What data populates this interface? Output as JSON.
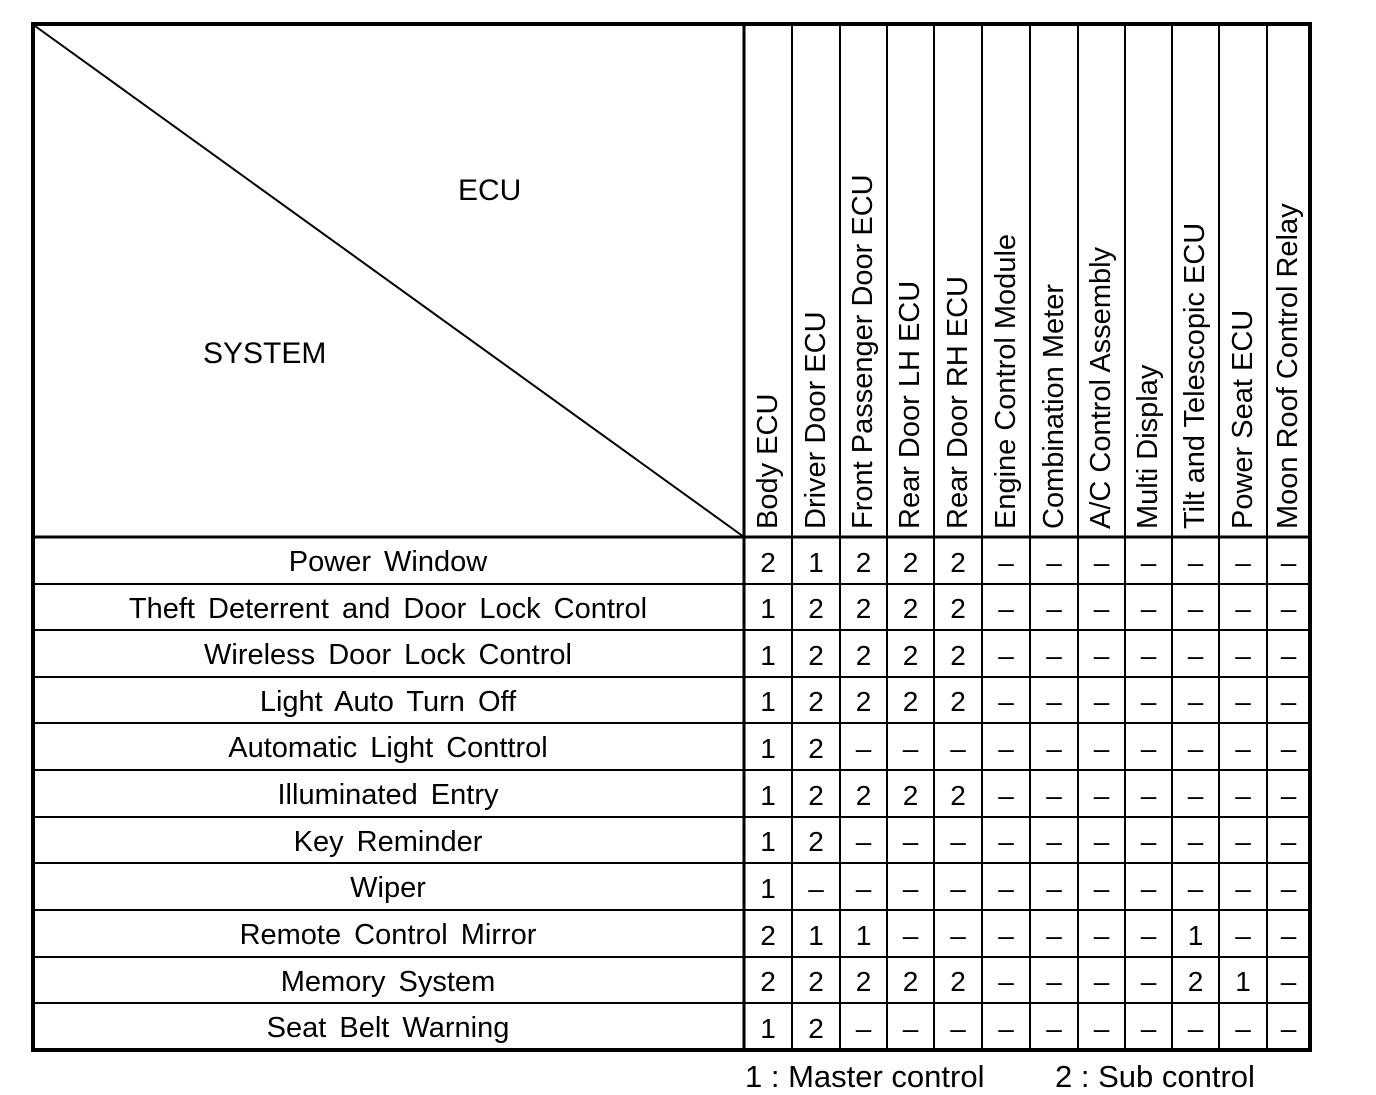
{
  "corner": {
    "top_label": "ECU",
    "bottom_label": "SYSTEM"
  },
  "columns": [
    "Body ECU",
    "Driver Door ECU",
    "Front Passenger Door ECU",
    "Rear Door LH ECU",
    "Rear Door RH ECU",
    "Engine Control Module",
    "Combination Meter",
    "A/C Control Assembly",
    "Multi Display",
    "Tilt and Telescopic ECU",
    "Power Seat ECU",
    "Moon Roof Control Relay"
  ],
  "rows": [
    {
      "system": "Power Window",
      "values": [
        "2",
        "1",
        "2",
        "2",
        "2",
        "–",
        "–",
        "–",
        "–",
        "–",
        "–",
        "–"
      ]
    },
    {
      "system": "Theft Deterrent and  Door Lock Control",
      "values": [
        "1",
        "2",
        "2",
        "2",
        "2",
        "–",
        "–",
        "–",
        "–",
        "–",
        "–",
        "–"
      ]
    },
    {
      "system": "Wireless Door Lock Control",
      "values": [
        "1",
        "2",
        "2",
        "2",
        "2",
        "–",
        "–",
        "–",
        "–",
        "–",
        "–",
        "–"
      ]
    },
    {
      "system": "Light Auto Turn Off",
      "values": [
        "1",
        "2",
        "2",
        "2",
        "2",
        "–",
        "–",
        "–",
        "–",
        "–",
        "–",
        "–"
      ]
    },
    {
      "system": "Automatic Light Conttrol",
      "values": [
        "1",
        "2",
        "–",
        "–",
        "–",
        "–",
        "–",
        "–",
        "–",
        "–",
        "–",
        "–"
      ]
    },
    {
      "system": "Illuminated Entry",
      "values": [
        "1",
        "2",
        "2",
        "2",
        "2",
        "–",
        "–",
        "–",
        "–",
        "–",
        "–",
        "–"
      ]
    },
    {
      "system": "Key Reminder",
      "values": [
        "1",
        "2",
        "–",
        "–",
        "–",
        "–",
        "–",
        "–",
        "–",
        "–",
        "–",
        "–"
      ]
    },
    {
      "system": "Wiper",
      "values": [
        "1",
        "–",
        "–",
        "–",
        "–",
        "–",
        "–",
        "–",
        "–",
        "–",
        "–",
        "–"
      ]
    },
    {
      "system": "Remote Control Mirror",
      "values": [
        "2",
        "1",
        "1",
        "–",
        "–",
        "–",
        "–",
        "–",
        "–",
        "1",
        "–",
        "–"
      ]
    },
    {
      "system": "Memory System",
      "values": [
        "2",
        "2",
        "2",
        "2",
        "2",
        "–",
        "–",
        "–",
        "–",
        "2",
        "1",
        "–"
      ]
    },
    {
      "system": "Seat Belt Warning",
      "values": [
        "1",
        "2",
        "–",
        "–",
        "–",
        "–",
        "–",
        "–",
        "–",
        "–",
        "–",
        "–"
      ]
    }
  ],
  "legend": {
    "master": "1 : Master control",
    "sub": "2 : Sub control"
  }
}
